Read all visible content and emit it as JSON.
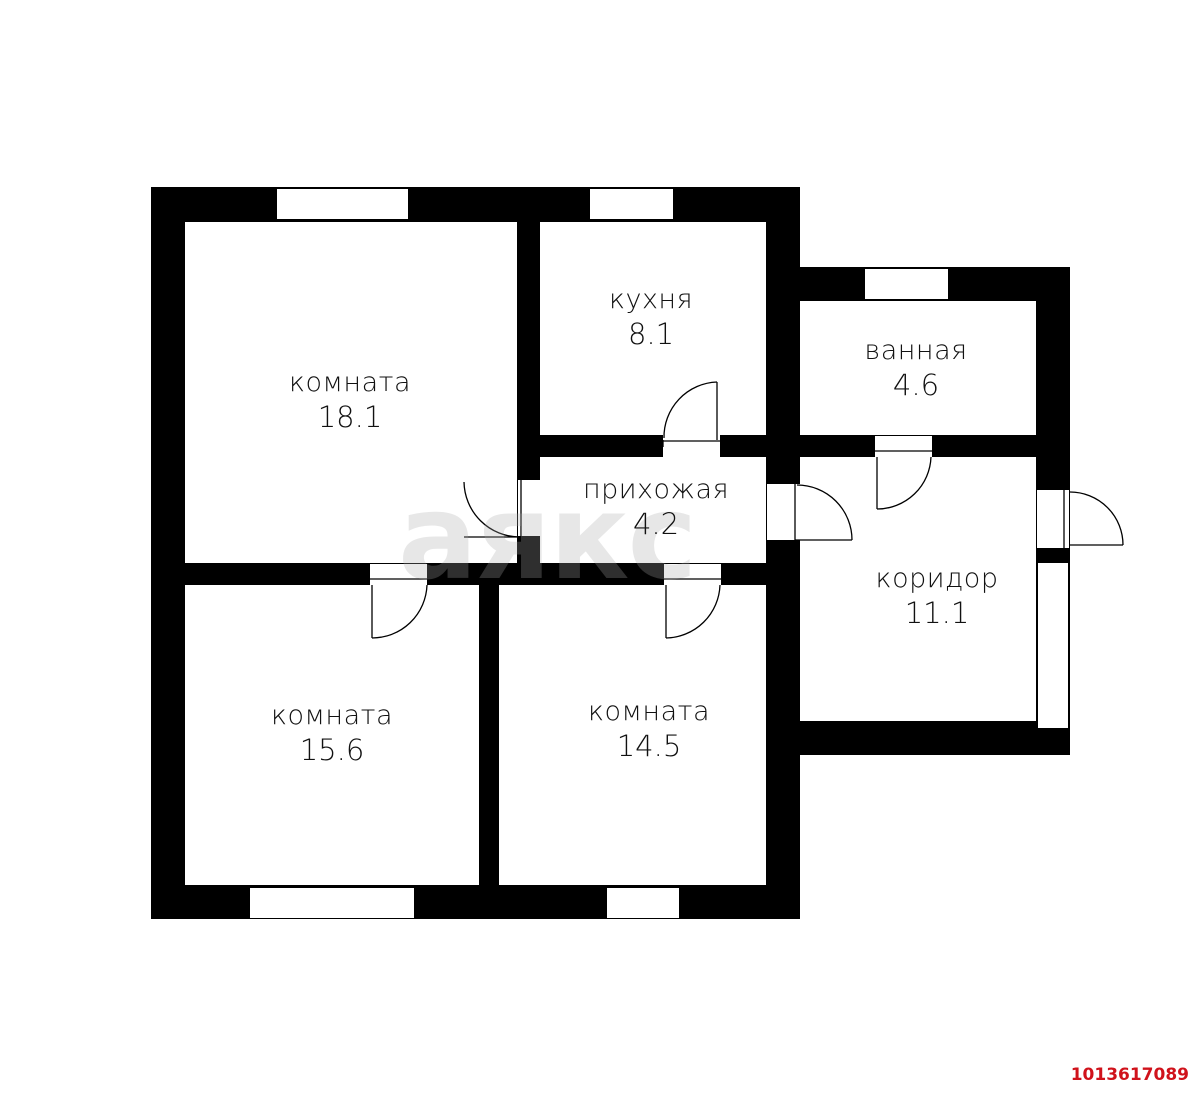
{
  "plan": {
    "rooms": [
      {
        "name": "комната",
        "area": "18.1"
      },
      {
        "name": "кухня",
        "area": "8.1"
      },
      {
        "name": "ванная",
        "area": "4.6"
      },
      {
        "name": "прихожая",
        "area": "4.2"
      },
      {
        "name": "коридор",
        "area": "11.1"
      },
      {
        "name": "комната",
        "area": "15.6"
      },
      {
        "name": "комната",
        "area": "14.5"
      }
    ],
    "watermark": "аякс",
    "colors": {
      "wall": "#000000",
      "background": "#ffffff",
      "listing_id": "#d0121b"
    }
  },
  "listing_id": "1013617089"
}
